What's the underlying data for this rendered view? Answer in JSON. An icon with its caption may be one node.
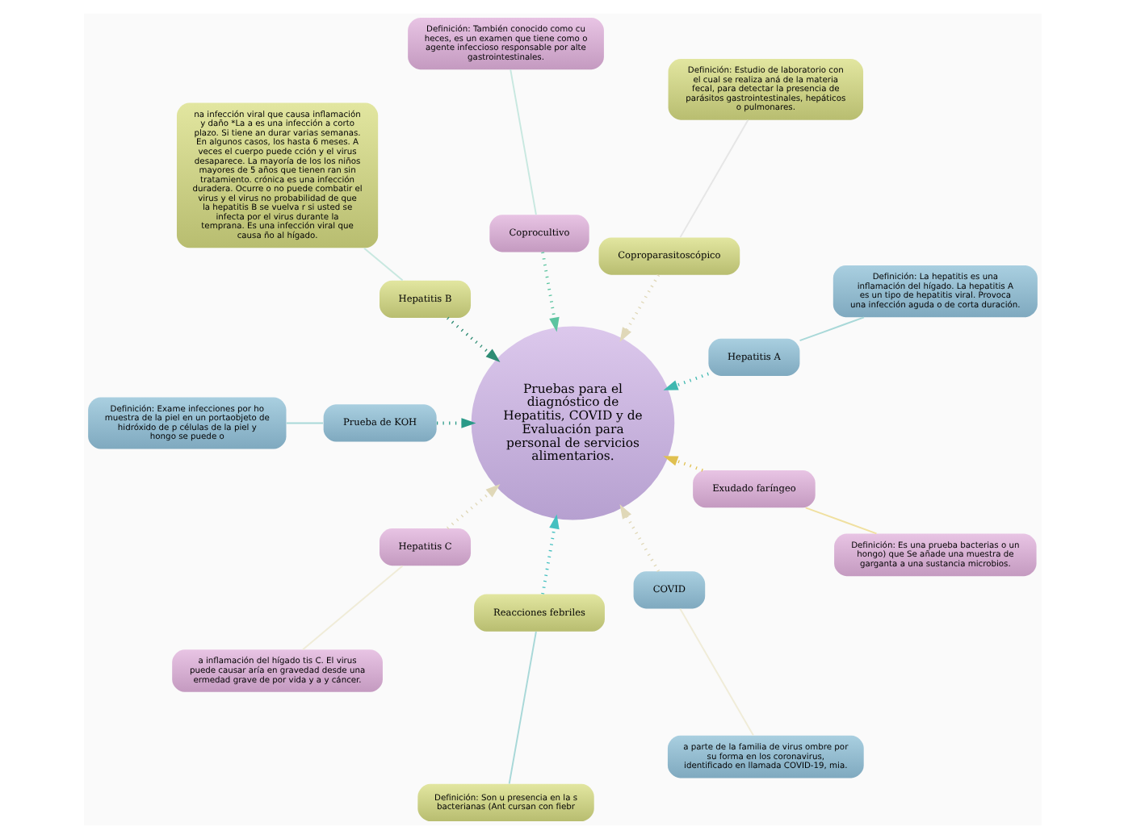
{
  "diagram": {
    "nodes": [
      {
        "text": [
          "Pruebas para el diagnóstico de Hepatitis, COVID y de Evaluación para personal de servicios alimentarios."
        ]
      },
      {
        "text": [
          "Hepatitis A"
        ]
      },
      {
        "text": [
          "Definición: La hepatitis es una inflamación del hígado. La hepatitis A es un tipo de hepatitis viral. Provoca una infección aguda o de corta duración."
        ]
      },
      {
        "text": [
          "Coproparasitoscópico"
        ]
      },
      {
        "text": [
          "Definición: Estudio de laboratorio con el cual se realiza aná de la materia fecal, para detectar la presencia de parásitos gastrointestinales, hepáticos o pulmonares."
        ]
      },
      {
        "text": [
          "Coprocultivo"
        ]
      },
      {
        "text": [
          "Definición: También conocido como cu heces, es un examen que tiene como o agente infeccioso responsable por alte gastrointestinales."
        ]
      },
      {
        "text": [
          "Hepatitis B"
        ]
      },
      {
        "text": [
          "na infección viral que causa inflamación y daño *La a es una infección a corto plazo. Si tiene an durar varias semanas. En algunos casos, los hasta 6 meses. A veces el cuerpo puede cción y el virus desaparece. La mayoría de los los niños mayores de 5 años que tienen ran sin tratamiento. crónica es una infección duradera. Ocurre o no puede combatir el virus y el virus no probabilidad de que la hepatitis B se vuelva r si usted se infecta por el virus durante la temprana. Es una infección viral que causa ño al hígado."
        ]
      },
      {
        "text": [
          "Prueba de KOH"
        ]
      },
      {
        "text": [
          "Definición: Exame infecciones por ho muestra de la piel en un portaobjeto de hidróxido de p células de la piel y hongo se puede o"
        ]
      },
      {
        "text": [
          "Hepatitis C"
        ]
      },
      {
        "text": [
          "a inflamación del hígado tis C. El virus puede causar aría en gravedad desde una ermedad grave de por vida y a y cáncer."
        ]
      },
      {
        "text": [
          "Reacciones febriles"
        ]
      },
      {
        "text": [
          "Definición: Son u presencia en la s bacterianas (Ant cursan con fiebr"
        ]
      },
      {
        "text": [
          "COVID"
        ]
      },
      {
        "text": [
          "a parte de la familia de virus ombre por su forma en los coronavirus, identificado en llamada COVID-19, mia."
        ]
      },
      {
        "text": [
          "Exudado faríngeo"
        ]
      },
      {
        "text": [
          "Definición: Es una prueba bacterias o un hongo) que Se añade una muestra de garganta a una sustancia microbios."
        ]
      }
    ],
    "edges": [
      {
        "from": 1,
        "to": 0,
        "arrow": "to",
        "style": "dashed",
        "color": "#3fb8b0"
      },
      {
        "from": 2,
        "to": 1,
        "arrow": "none",
        "color": "#a8d8d8"
      },
      {
        "from": 3,
        "to": 0,
        "arrow": "to",
        "style": "dashed",
        "color": "#e0d8b8"
      },
      {
        "from": 4,
        "to": 3,
        "arrow": "none",
        "color": "#e6e6e6"
      },
      {
        "from": 5,
        "to": 0,
        "arrow": "to",
        "style": "dashed",
        "color": "#5cc4a0"
      },
      {
        "from": 6,
        "to": 5,
        "arrow": "none",
        "color": "#c8e8e0"
      },
      {
        "from": 7,
        "to": 0,
        "arrow": "to",
        "style": "dashed",
        "color": "#2e8c74"
      },
      {
        "from": 8,
        "to": 7,
        "arrow": "none",
        "color": "#c8e8e0"
      },
      {
        "from": 9,
        "to": 0,
        "arrow": "to",
        "style": "dashed",
        "color": "#2a9a88"
      },
      {
        "from": 10,
        "to": 9,
        "arrow": "none",
        "color": "#a8d8d8"
      },
      {
        "from": 11,
        "to": 0,
        "arrow": "to",
        "style": "dashed",
        "color": "#e0d8b8"
      },
      {
        "from": 12,
        "to": 11,
        "arrow": "none",
        "color": "#f0ecd8"
      },
      {
        "from": 13,
        "to": 0,
        "arrow": "to",
        "style": "dashed",
        "color": "#45c0c0"
      },
      {
        "from": 14,
        "to": 13,
        "arrow": "none",
        "color": "#a8d8d8"
      },
      {
        "from": 15,
        "to": 0,
        "arrow": "to",
        "style": "dashed",
        "color": "#e0d8b8"
      },
      {
        "from": 16,
        "to": 15,
        "arrow": "none",
        "color": "#f0ecd8"
      },
      {
        "from": 17,
        "to": 0,
        "arrow": "to",
        "style": "dashed",
        "color": "#e0c050"
      },
      {
        "from": 18,
        "to": 17,
        "arrow": "none",
        "color": "#f0e0a0"
      }
    ]
  }
}
